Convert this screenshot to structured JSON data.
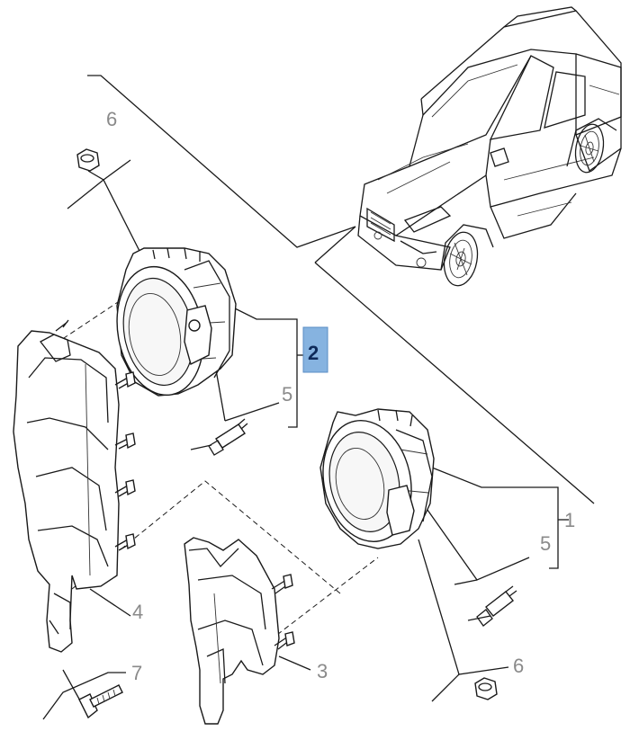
{
  "diagram": {
    "callouts": [
      {
        "id": "1",
        "text": "1"
      },
      {
        "id": "2",
        "text": "2",
        "selected": true
      },
      {
        "id": "3",
        "text": "3"
      },
      {
        "id": "4",
        "text": "4"
      },
      {
        "id": "5a",
        "text": "5"
      },
      {
        "id": "5b",
        "text": "5"
      },
      {
        "id": "6a",
        "text": "6"
      },
      {
        "id": "6b",
        "text": "6"
      },
      {
        "id": "7",
        "text": "7"
      }
    ],
    "colors": {
      "line": "#1a1a1a",
      "label": "#8a8a8a",
      "highlight": "#86b3e0",
      "highlight_text": "#0e2a5a"
    }
  }
}
